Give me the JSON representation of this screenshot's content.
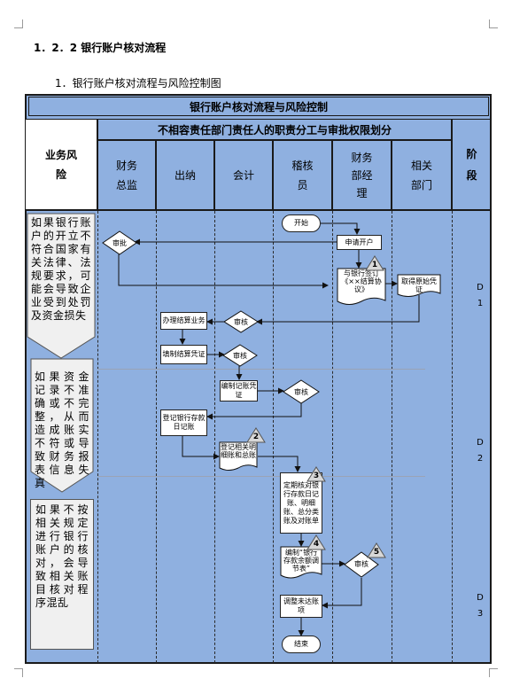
{
  "section_heading": "1．2．2    银行账户核对流程",
  "sub_heading": "1．银行账户核对流程与风险控制图",
  "table": {
    "title": "银行账户核对流程与风险控制",
    "column_group": "不相容责任部门责任人的职责分工与审批权限划分",
    "risk_header_lines": [
      "业务风",
      "险"
    ],
    "stage_header_lines": [
      "阶",
      "段"
    ],
    "roles": [
      {
        "lines": [
          "财务",
          "总监"
        ]
      },
      {
        "lines": [
          "出纳"
        ]
      },
      {
        "lines": [
          "会计"
        ]
      },
      {
        "lines": [
          "稽核",
          "员"
        ]
      },
      {
        "lines": [
          "财务",
          "部经",
          "理"
        ]
      },
      {
        "lines": [
          "相关",
          "部门"
        ]
      }
    ],
    "risks": [
      "如果银行账户的开立不符合国家有关法律、法规要求，可能会导致企业受到处罚及资金损失",
      "如果资金记录不准确或不完整，从而造成账实不符或导致财务报表信息失真",
      "如果不按相关规定进行银行账户的核对，会导致相关账目核对程序混乱"
    ],
    "stages": [
      {
        "letter": "D",
        "num": "1"
      },
      {
        "letter": "D",
        "num": "2"
      },
      {
        "letter": "D",
        "num": "3"
      }
    ]
  },
  "flow": {
    "start": "开始",
    "end": "结束",
    "apply": "申请开户",
    "sign": "与银行签订《××结算协议》",
    "get_docs": "取得原始凭证",
    "handle_settle": "办理结算业务",
    "fill_voucher": "填制结算凭证",
    "compile_voucher": "编制记账凭证",
    "register_journal": "登记银行存款日记账",
    "register_ledger": "登记相关明细账和总账",
    "regular_check": "定期核对银行存款日记账、明细账、总分类账及对账单",
    "prepare_reconcile": "编制“银行存款余额调节表”",
    "adjust": "调整未达账项",
    "approve_1": "审批",
    "review_1": "审核",
    "review_2": "审核",
    "review_3": "审核",
    "review_4": "审核",
    "markers": [
      "1",
      "2",
      "3",
      "4",
      "5"
    ]
  },
  "colors": {
    "table_bg": "#8fb0e0",
    "risk_box": "#f0f0f0"
  }
}
